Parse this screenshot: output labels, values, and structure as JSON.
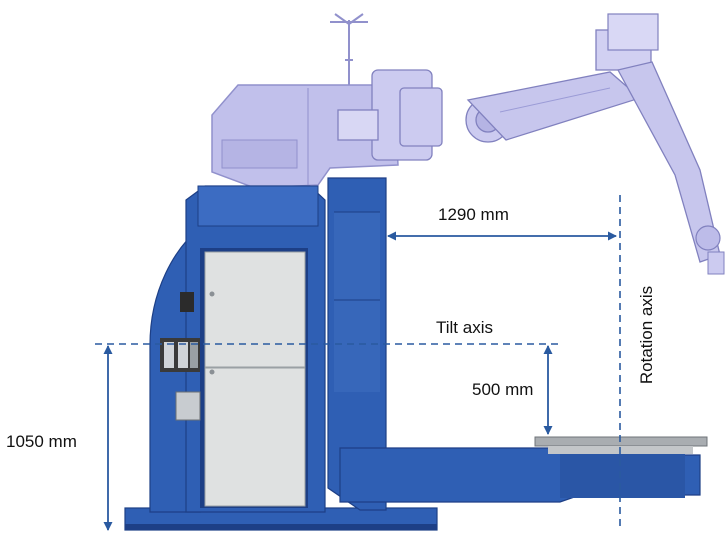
{
  "annotations": {
    "offset_label": "1290 mm",
    "tilt_axis_label": "Tilt axis",
    "tilt_height_label": "500 mm",
    "base_height_label": "1050 mm",
    "rotation_axis_label": "Rotation axis"
  },
  "colors": {
    "positioner_blue": "#2f5fb4",
    "positioner_dark": "#1d3f86",
    "cabinet_gray": "#dfe1e1",
    "robot_ghost": "#b7b6e8",
    "robot_outline": "#7e7ec4",
    "dimension_line": "#2a5aa0",
    "table_top": "#a9adb1"
  }
}
